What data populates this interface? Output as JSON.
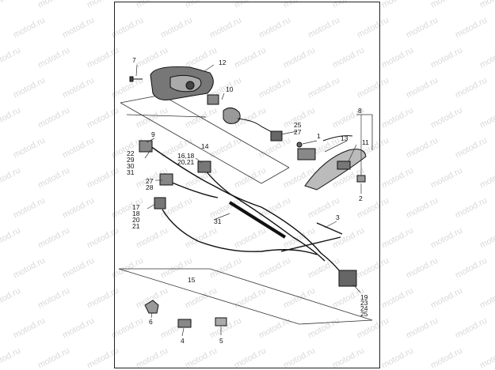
{
  "watermark": "motod.ru",
  "callouts": [
    {
      "id": "c1",
      "text": "1"
    },
    {
      "id": "c2",
      "text": "2"
    },
    {
      "id": "c3",
      "text": "3"
    },
    {
      "id": "c4",
      "text": "4"
    },
    {
      "id": "c5",
      "text": "5"
    },
    {
      "id": "c6",
      "text": "6"
    },
    {
      "id": "c7",
      "text": "7"
    },
    {
      "id": "c8",
      "text": "8"
    },
    {
      "id": "c9",
      "text": "9"
    },
    {
      "id": "c10",
      "text": "10"
    },
    {
      "id": "c11",
      "text": "11"
    },
    {
      "id": "c12",
      "text": "12"
    },
    {
      "id": "c13",
      "text": "13"
    },
    {
      "id": "c14",
      "text": "14"
    },
    {
      "id": "c15",
      "text": "15"
    },
    {
      "id": "c25a",
      "text": "25"
    },
    {
      "id": "c27a",
      "text": "27"
    },
    {
      "id": "c22",
      "text": "22"
    },
    {
      "id": "c29",
      "text": "29"
    },
    {
      "id": "c30",
      "text": "30"
    },
    {
      "id": "c31a",
      "text": "31"
    },
    {
      "id": "c1618",
      "text": "16,18"
    },
    {
      "id": "c2021",
      "text": "20,21"
    },
    {
      "id": "c27b",
      "text": "27"
    },
    {
      "id": "c28",
      "text": "28"
    },
    {
      "id": "c17",
      "text": "17"
    },
    {
      "id": "c18",
      "text": "18"
    },
    {
      "id": "c20",
      "text": "20"
    },
    {
      "id": "c21",
      "text": "21"
    },
    {
      "id": "c31b",
      "text": "31"
    },
    {
      "id": "c19",
      "text": "19"
    },
    {
      "id": "c23",
      "text": "23"
    },
    {
      "id": "c24",
      "text": "24"
    },
    {
      "id": "c25b",
      "text": "25"
    }
  ]
}
